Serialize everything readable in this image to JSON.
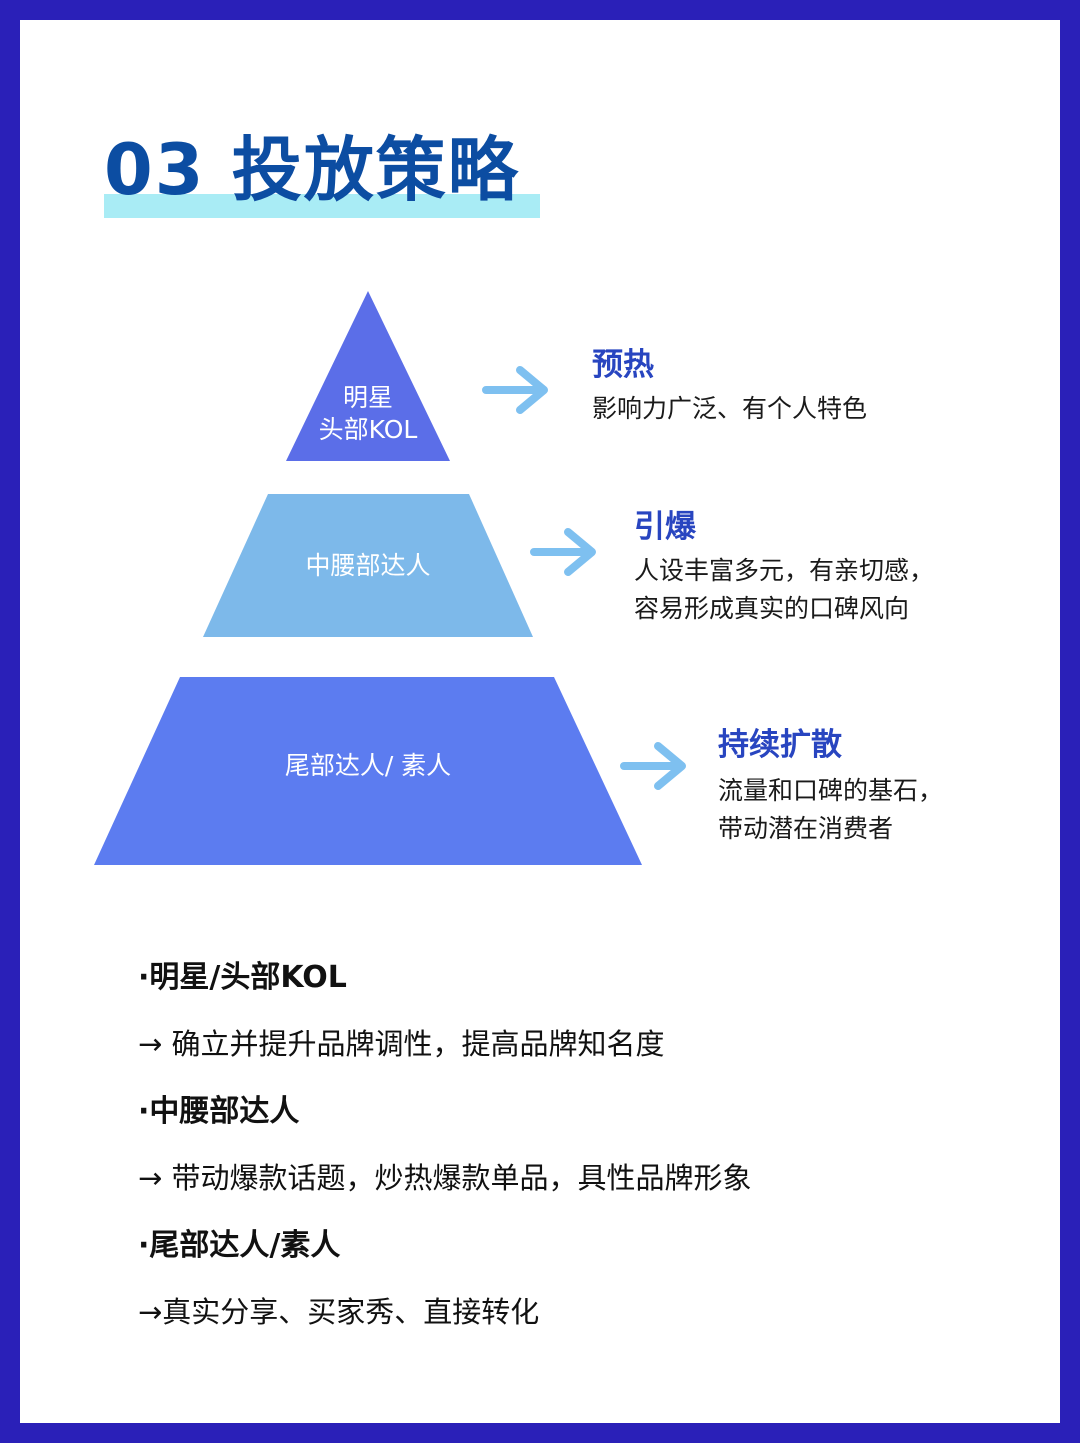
{
  "title": "03 投放策略",
  "colors": {
    "background_frame": "#2a20b8",
    "card": "#ffffff",
    "title": "#0c4da2",
    "title_highlight": "#a9ecf5",
    "tier_top": "#5b6ee8",
    "tier_middle": "#7db9ea",
    "tier_bottom": "#5c7cf0",
    "arrow": "#7ec0f0",
    "accent_text": "#2845c0"
  },
  "pyramid": {
    "tiers": [
      {
        "label_lines": [
          "明星",
          "头部KOL"
        ],
        "stage": "预热",
        "description_lines": [
          "影响力广泛、有个人特色"
        ],
        "arrow_icon": "arrow-right-icon"
      },
      {
        "label_lines": [
          "中腰部达人"
        ],
        "stage": "引爆",
        "description_lines": [
          "人设丰富多元，有亲切感，",
          "容易形成真实的口碑风向"
        ],
        "arrow_icon": "arrow-right-icon"
      },
      {
        "label_lines": [
          "尾部达人/ 素人"
        ],
        "stage": "持续扩散",
        "description_lines": [
          "流量和口碑的基石，",
          "带动潜在消费者"
        ],
        "arrow_icon": "arrow-right-icon"
      }
    ]
  },
  "summary": [
    {
      "heading": "·明星/头部KOL",
      "text": "→ 确立并提升品牌调性，提高品牌知名度"
    },
    {
      "heading": "·中腰部达人",
      "text": "→ 带动爆款话题，炒热爆款单品，具性品牌形象"
    },
    {
      "heading": "·尾部达人/素人",
      "text": "→真实分享、买家秀、直接转化"
    }
  ]
}
